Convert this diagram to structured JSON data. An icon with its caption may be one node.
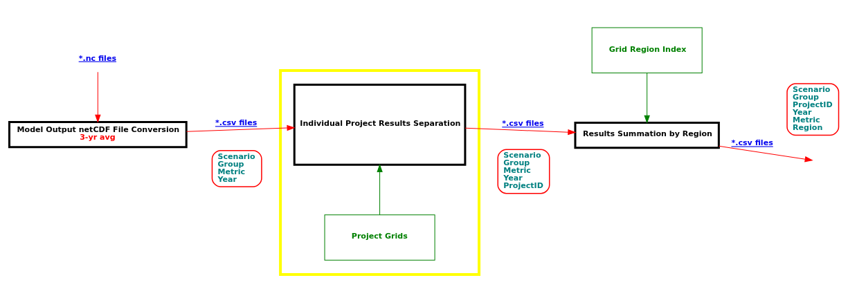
{
  "diagram": {
    "nodes": [
      {
        "text": [
          "*.nc files"
        ]
      },
      {
        "text": [
          "Model Output netCDF File Conversion",
          "3-yr avg"
        ]
      },
      {
        "text": [],
        "shape": "box"
      },
      {
        "text": [
          "Project Grids"
        ],
        "in": 2
      },
      {
        "text": [
          "Individual Project Results Separation"
        ],
        "in": 2
      },
      {
        "text": [
          "Grid Region Index"
        ]
      },
      {
        "text": [
          "Results Summation by Region"
        ]
      },
      {
        "text": [
          "Scenario",
          "Group",
          "Metric",
          "Year"
        ]
      },
      {
        "text": [
          "Scenario",
          "Group",
          "Metric",
          "Year",
          "ProjectID"
        ]
      },
      {
        "text": [
          "Scenario",
          "Group",
          "ProjectID",
          "Year",
          "Metric",
          "Region"
        ]
      }
    ],
    "edges": [
      {
        "from": 0,
        "to": 1,
        "arrow": "to"
      },
      {
        "from": 1,
        "to": 4,
        "arrow": "to",
        "label": "*.csv files"
      },
      {
        "from": 3,
        "to": 4,
        "arrow": "to",
        "color": "#008000"
      },
      {
        "from": 4,
        "to": 6,
        "arrow": "to",
        "label": "*.csv files"
      },
      {
        "from": 5,
        "to": 6,
        "arrow": "to",
        "color": "#008000"
      },
      {
        "from": 6,
        "to": null,
        "arrow": "to",
        "label": "*.csv files"
      }
    ]
  }
}
